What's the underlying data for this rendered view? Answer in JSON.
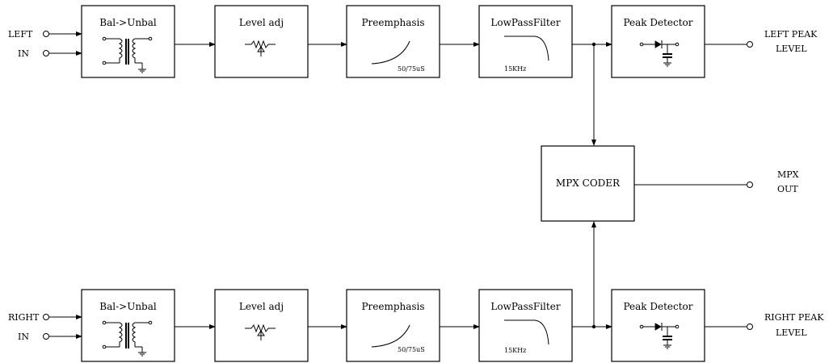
{
  "inputs": {
    "left": {
      "line1": "LEFT",
      "line2": "IN"
    },
    "right": {
      "line1": "RIGHT",
      "line2": "IN"
    }
  },
  "outputs": {
    "left_peak": {
      "line1": "LEFT PEAK",
      "line2": "LEVEL"
    },
    "right_peak": {
      "line1": "RIGHT PEAK",
      "line2": "LEVEL"
    },
    "mpx": {
      "line1": "MPX",
      "line2": "OUT"
    }
  },
  "blocks": {
    "balun": "Bal->Unbal",
    "level": "Level adj",
    "preemphasis": "Preemphasis",
    "preemphasis_note": "50/75uS",
    "lowpass": "LowPassFilter",
    "lowpass_note": "15KHz",
    "peak": "Peak Detector",
    "mpx_coder": "MPX CODER"
  }
}
